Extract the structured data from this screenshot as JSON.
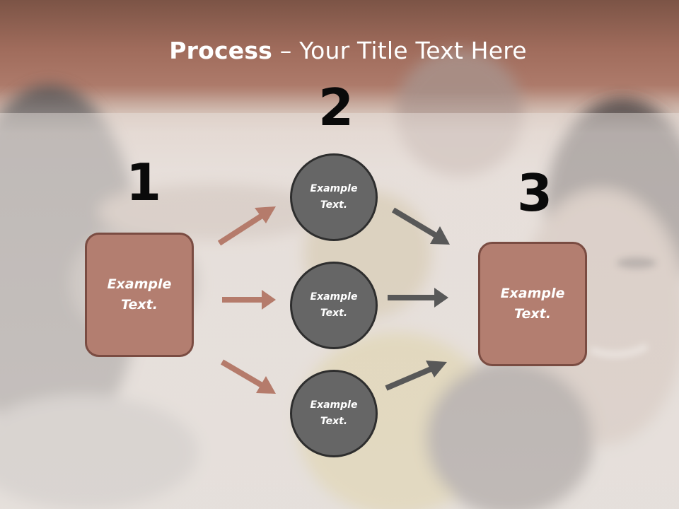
{
  "title": {
    "bold": "Process",
    "rest": " – Your Title Text Here"
  },
  "steps": {
    "one": {
      "number": "1",
      "text": "Example\nText."
    },
    "two": {
      "number": "2"
    },
    "three": {
      "number": "3",
      "text": "Example\nText."
    }
  },
  "circles": [
    {
      "text": "Example\nText."
    },
    {
      "text": "Example\nText."
    },
    {
      "text": "Example\nText."
    }
  ],
  "colors": {
    "box_fill": "#b37e70",
    "box_border": "#7a4c42",
    "circle_fill": "#666666",
    "circle_border": "#2e2e2e",
    "arrow_left": "#b57b6b",
    "arrow_right": "#585858",
    "title_band": "#a06c5c"
  }
}
